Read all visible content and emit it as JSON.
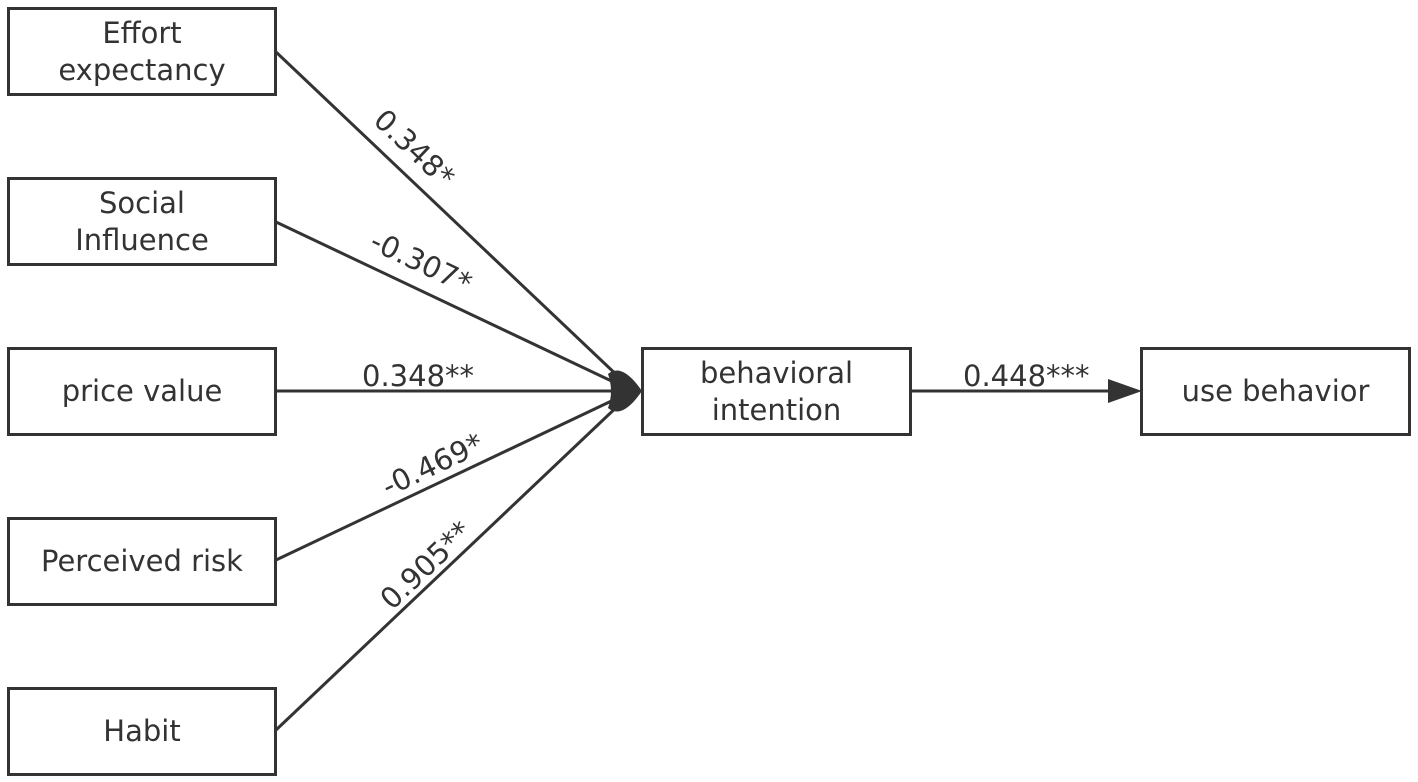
{
  "colors": {
    "ink": "#333333",
    "background": "#ffffff"
  },
  "nodes": {
    "effort_expectancy": [
      "Effort",
      "expectancy"
    ],
    "social_influence": [
      "Social",
      "Influence"
    ],
    "price_value": [
      "price value"
    ],
    "perceived_risk": [
      "Perceived risk"
    ],
    "habit": [
      "Habit"
    ],
    "behavioral_intention": [
      "behavioral",
      "intention"
    ],
    "use_behavior": [
      "use behavior"
    ]
  },
  "paths": {
    "effort_to_bi": "0.348*",
    "social_to_bi": "-0.307*",
    "price_to_bi": "0.348**",
    "risk_to_bi": "-0.469*",
    "habit_to_bi": "0.905**",
    "bi_to_use": "0.448***"
  }
}
